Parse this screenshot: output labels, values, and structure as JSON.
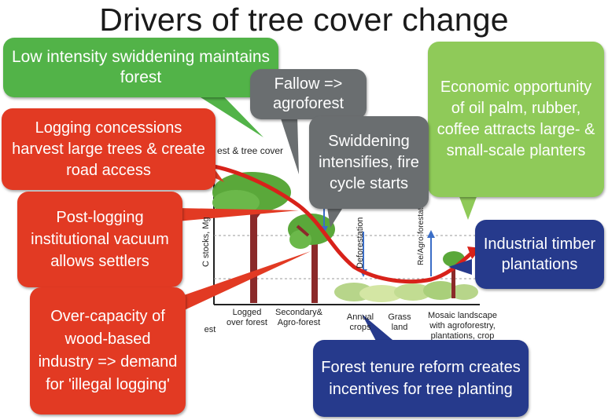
{
  "title": "Drivers of tree cover change",
  "colors": {
    "green": "#52b348",
    "light_green": "#8fca59",
    "red": "#e23a23",
    "gray": "#6a6e70",
    "navy": "#263a8c",
    "curve": "#d8221a"
  },
  "diagram": {
    "y_axis_label": "C stocks, Mg",
    "top_label": "est & tree cover",
    "x_labels": {
      "logged": "Logged over forest",
      "forest": "est",
      "secondary": "Secondary& Agro-forest",
      "annual": "Annual crops",
      "grass": "Grass land",
      "mosaic": "Mosaic landscape with agroforestry, plantations, crop"
    },
    "arrow_labels": {
      "deforestation": "Deforestation",
      "reforestation": "Re/Agro-forestation"
    }
  },
  "callouts": {
    "swidden_low": "Low intensity swiddening maintains forest",
    "fallow": "Fallow => agroforest",
    "economic": "Economic opportunity of oil palm, rubber, coffee attracts large- & small-scale planters",
    "logging": "Logging concessions harvest large trees & create road access",
    "swidden_intense": "Swiddening intensifies, fire cycle starts",
    "post_logging": "Post-logging institutional vacuum allows settlers",
    "industrial": "Industrial timber plantations",
    "overcapacity": "Over-capacity of wood-based industry => demand for 'illegal logging'",
    "tenure": "Forest tenure reform creates incentives for tree planting"
  }
}
